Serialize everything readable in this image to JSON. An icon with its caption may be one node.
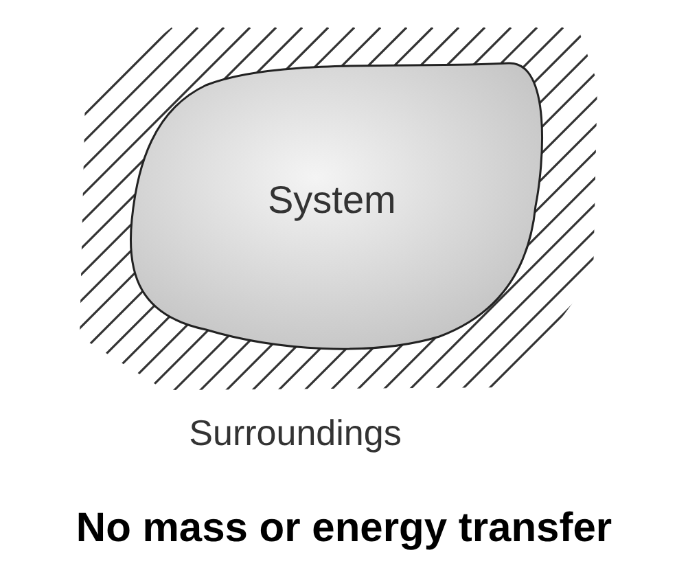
{
  "diagram": {
    "caption": "No mass or energy transfer",
    "nodes": [
      {
        "text": [
          "Surroundings"
        ]
      },
      {
        "text": [
          "System"
        ],
        "in": 0
      }
    ]
  }
}
